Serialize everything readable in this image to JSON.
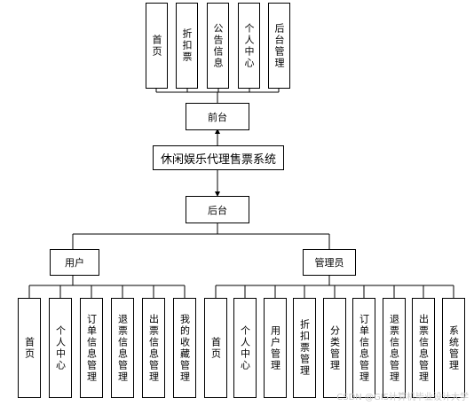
{
  "diagram": {
    "system_title": "休闲娱乐代理售票系统",
    "frontend": {
      "label": "前台",
      "modules": [
        "首页",
        "折扣票",
        "公告信息",
        "个人中心",
        "后台管理"
      ]
    },
    "backend": {
      "label": "后台",
      "roles": [
        {
          "label": "用户",
          "modules": [
            "首页",
            "个人中心",
            "订单信息管理",
            "退票信息管理",
            "出票信息管理",
            "我的收藏管理"
          ]
        },
        {
          "label": "管理员",
          "modules": [
            "首页",
            "个人中心",
            "用户管理",
            "折扣票管理",
            "分类管理",
            "订单信息管理",
            "退票信息管理",
            "出票信息管理",
            "系统管理"
          ]
        }
      ]
    },
    "watermark": "CSDN @GIS计算机毕业设计大学"
  },
  "style": {
    "line_color": "#000000",
    "box_border": "#000000",
    "background": "#ffffff"
  }
}
